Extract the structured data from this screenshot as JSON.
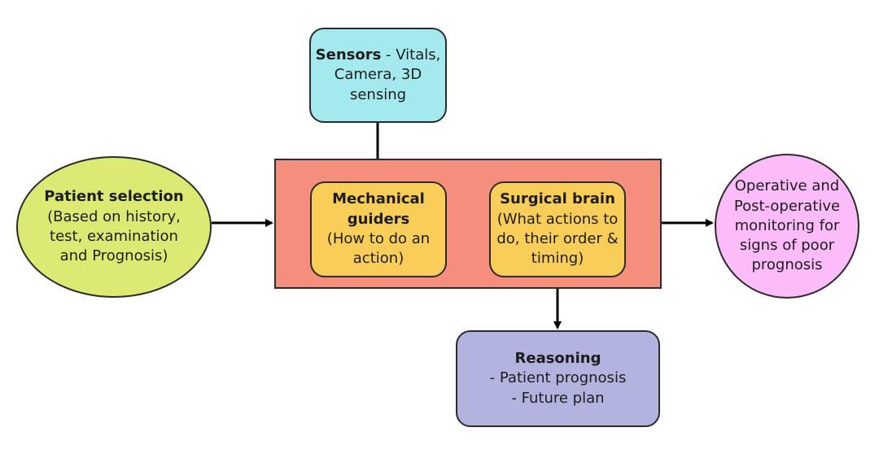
{
  "nodes": {
    "sensors": {
      "title": "Sensors",
      "text_inline": " - Vitals,",
      "lines": [
        "Camera, 3D",
        "sensing"
      ]
    },
    "mechanical": {
      "title": "Mechanical",
      "title2": "guiders",
      "lines": [
        "(How to do an",
        "action)"
      ]
    },
    "surgical_brain": {
      "title": "Surgical brain",
      "lines": [
        "(What actions to",
        "do, their order &",
        "timing)"
      ]
    },
    "patient": {
      "title": "Patient selection",
      "lines": [
        "(Based on history,",
        "test, examination",
        "and Prognosis)"
      ]
    },
    "monitoring": {
      "lines": [
        "Operative and",
        "Post-operative",
        "monitoring for",
        "signs of poor",
        "prognosis"
      ]
    },
    "reasoning": {
      "title": "Reasoning",
      "lines": [
        "- Patient prognosis",
        "- Future plan"
      ]
    }
  },
  "colors": {
    "sensors": "#a4e9ee",
    "central": "#f68e7d",
    "inner": "#f9ce58",
    "patient": "#dcea73",
    "monitoring": "#fcbcfa",
    "reasoning": "#b3b3e0",
    "stroke": "#2b2b2b"
  }
}
